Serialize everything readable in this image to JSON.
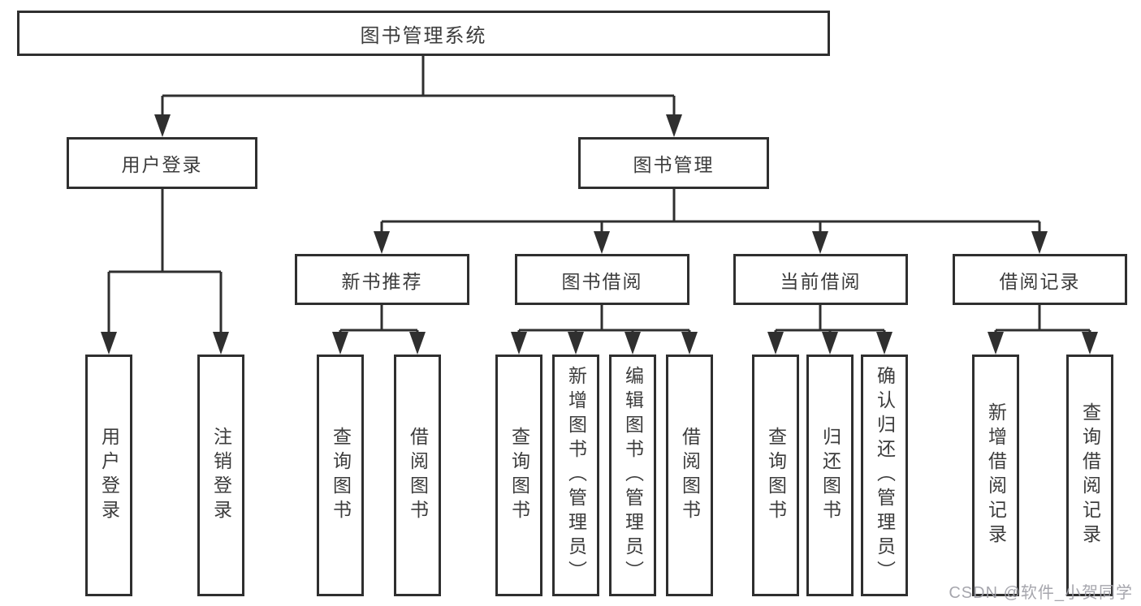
{
  "tree": {
    "label": "图书管理系统",
    "children": [
      {
        "label": "用户登录",
        "children": [
          {
            "label": "用户登录"
          },
          {
            "label": "注销登录"
          }
        ]
      },
      {
        "label": "图书管理",
        "children": [
          {
            "label": "新书推荐",
            "children": [
              {
                "label": "查询图书"
              },
              {
                "label": "借阅图书"
              }
            ]
          },
          {
            "label": "图书借阅",
            "children": [
              {
                "label": "查询图书"
              },
              {
                "label": "新增图书（管理员）"
              },
              {
                "label": "编辑图书（管理员）"
              },
              {
                "label": "借阅图书"
              }
            ]
          },
          {
            "label": "当前借阅",
            "children": [
              {
                "label": "查询图书"
              },
              {
                "label": "归还图书"
              },
              {
                "label": "确认归还（管理员）"
              }
            ]
          },
          {
            "label": "借阅记录",
            "children": [
              {
                "label": "新增借阅记录"
              },
              {
                "label": "查询借阅记录"
              }
            ]
          }
        ]
      }
    ]
  },
  "watermark": {
    "text": "CSDN @软件_小贺同学"
  },
  "colors": {
    "line": "#2f2f2f",
    "box_border": "#2f2f2f",
    "text": "#3c3c3c",
    "watermark": "#9e9ea6",
    "background": "#ffffff"
  }
}
